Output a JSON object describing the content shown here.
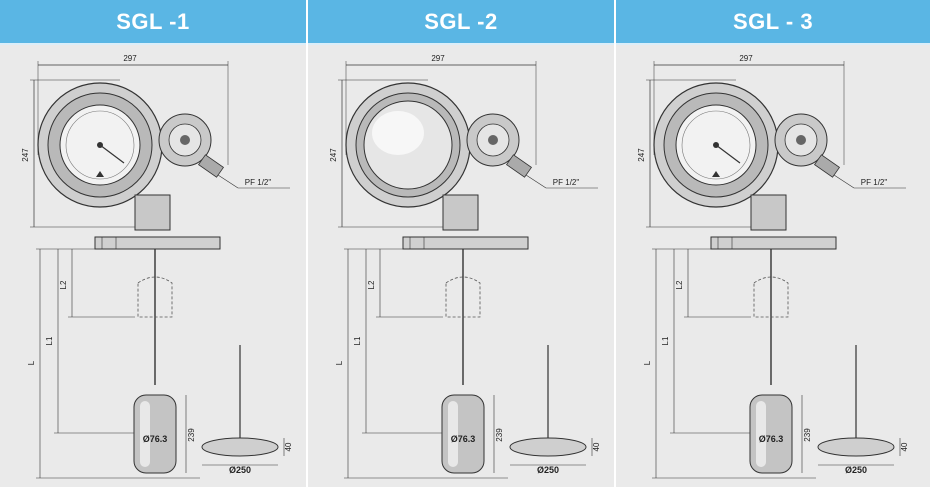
{
  "panels": [
    {
      "title": "SGL -1",
      "gauge": "dial"
    },
    {
      "title": "SGL -2",
      "gauge": "blank"
    },
    {
      "title": "SGL - 3",
      "gauge": "dial"
    }
  ],
  "dims": {
    "width": "297",
    "height": "247",
    "port": "PF 1/2\"",
    "L": "L",
    "L1": "L1",
    "L2": "L2",
    "float_dia": "Ø76.3",
    "float_len": "239",
    "disc_h": "40",
    "disc_dia": "Ø250"
  },
  "colors": {
    "header": "#5ab6e4",
    "panel": "#eaeaea",
    "line": "#333333"
  }
}
